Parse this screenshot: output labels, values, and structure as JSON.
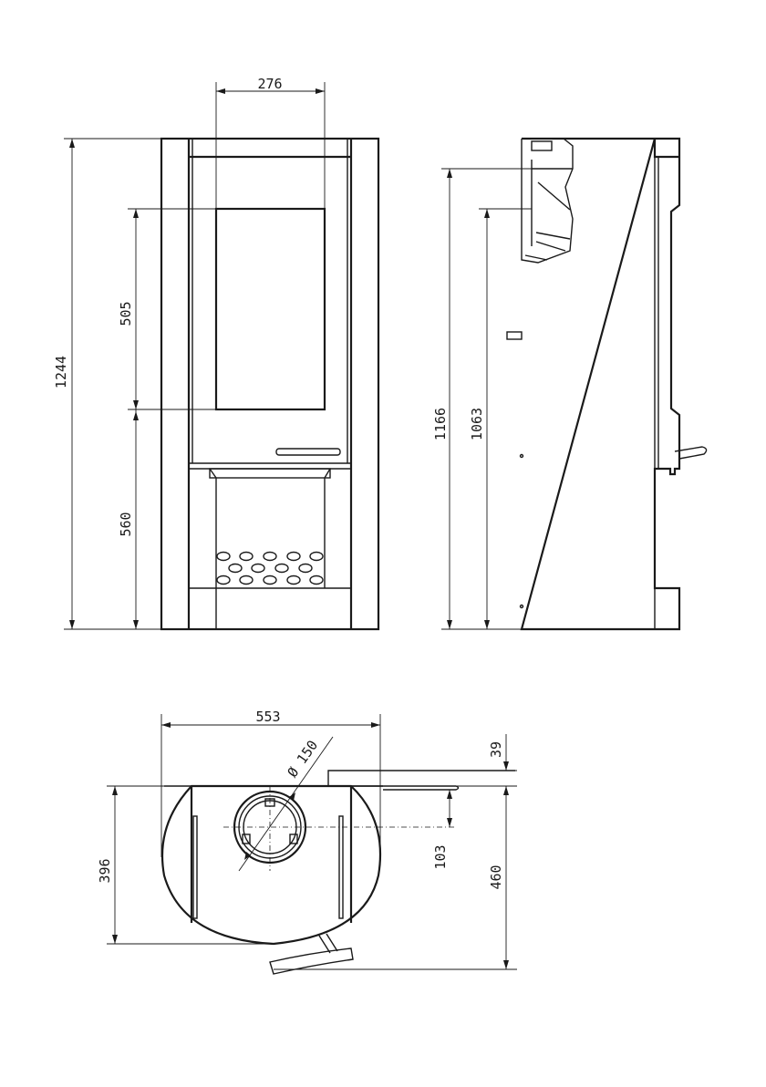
{
  "views": {
    "front": {
      "dimensions": {
        "glass_width": "276",
        "total_height": "1244",
        "glass_height": "505",
        "lower_height": "560"
      }
    },
    "side": {
      "dimensions": {
        "outlet_height": "1166",
        "connection_height": "1063"
      }
    },
    "top": {
      "dimensions": {
        "width": "553",
        "flue_diameter": "Ø 150",
        "offset_39": "39",
        "offset_103": "103",
        "depth_396": "396",
        "depth_460": "460"
      }
    }
  }
}
